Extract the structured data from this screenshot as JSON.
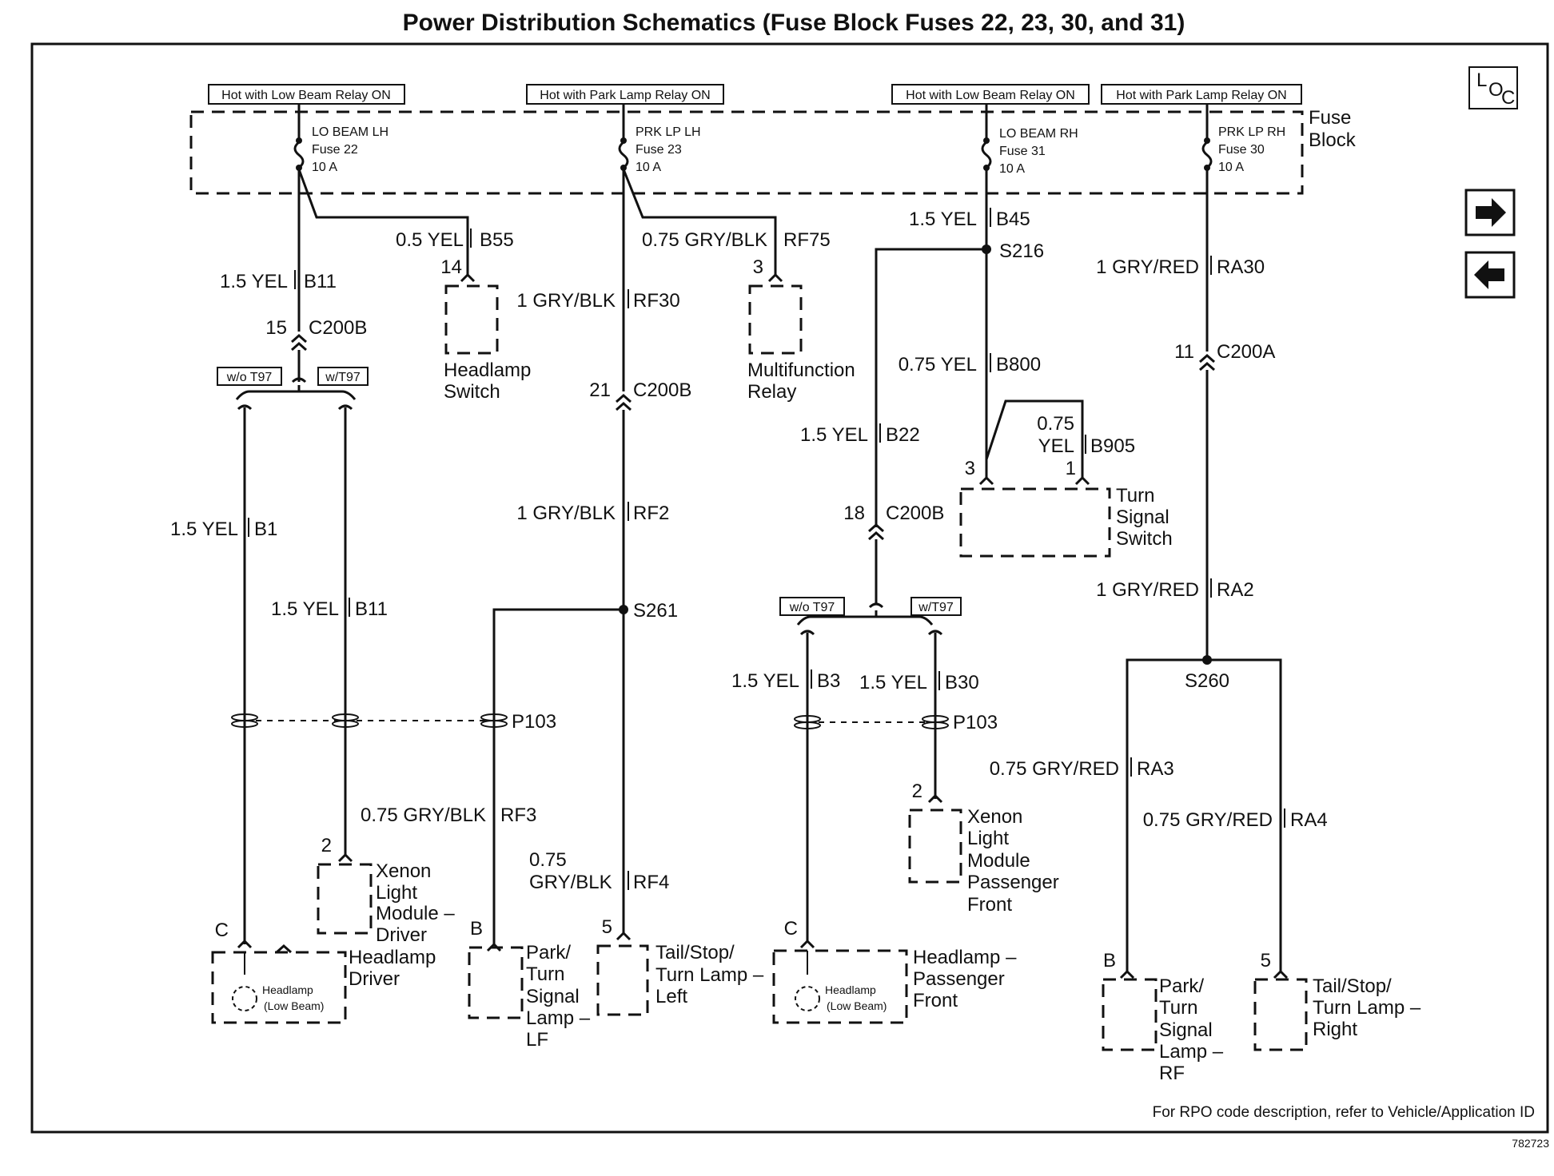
{
  "title": "Power Distribution Schematics (Fuse Block Fuses 22, 23, 30, and 31)",
  "fuse_block": {
    "label_line1": "Fuse",
    "label_line2": "Block"
  },
  "hot_labels": {
    "h1": "Hot with Low Beam Relay ON",
    "h2": "Hot with Park Lamp Relay ON",
    "h3": "Hot with Low Beam Relay ON",
    "h4": "Hot with Park Lamp Relay ON"
  },
  "fuses": {
    "f22": {
      "name": "LO BEAM LH",
      "fuse": "Fuse 22",
      "rating": "10 A"
    },
    "f23": {
      "name": "PRK LP LH",
      "fuse": "Fuse 23",
      "rating": "10 A"
    },
    "f31": {
      "name": "LO BEAM RH",
      "fuse": "Fuse 31",
      "rating": "10 A"
    },
    "f30": {
      "name": "PRK LP RH",
      "fuse": "Fuse 30",
      "rating": "10 A"
    }
  },
  "wires": {
    "b11_top": {
      "gauge": "1.5 YEL",
      "circuit": "B11"
    },
    "b55": {
      "gauge": "0.5 YEL",
      "circuit": "B55"
    },
    "rf30": {
      "gauge": "1 GRY/BLK",
      "circuit": "RF30"
    },
    "rf75": {
      "gauge": "0.75 GRY/BLK",
      "circuit": "RF75"
    },
    "b45": {
      "gauge": "1.5 YEL",
      "circuit": "B45"
    },
    "ra30": {
      "gauge": "1 GRY/RED",
      "circuit": "RA30"
    },
    "b800": {
      "gauge": "0.75 YEL",
      "circuit": "B800"
    },
    "b905_l1": "0.75",
    "b905_l2": "YEL",
    "b905_circuit": "B905",
    "b22": {
      "gauge": "1.5 YEL",
      "circuit": "B22"
    },
    "b1": {
      "gauge": "1.5 YEL",
      "circuit": "B1"
    },
    "b11_low": {
      "gauge": "1.5 YEL",
      "circuit": "B11"
    },
    "rf2": {
      "gauge": "1 GRY/BLK",
      "circuit": "RF2"
    },
    "ra2": {
      "gauge": "1 GRY/RED",
      "circuit": "RA2"
    },
    "b3": {
      "gauge": "1.5 YEL",
      "circuit": "B3"
    },
    "b30": {
      "gauge": "1.5 YEL",
      "circuit": "B30"
    },
    "ra3": {
      "gauge": "0.75 GRY/RED",
      "circuit": "RA3"
    },
    "rf3": {
      "gauge": "0.75 GRY/BLK",
      "circuit": "RF3"
    },
    "ra4": {
      "gauge": "0.75 GRY/RED",
      "circuit": "RA4"
    },
    "rf4_l1": "0.75",
    "rf4_l2": "GRY/BLK",
    "rf4_circuit": "RF4"
  },
  "connectors": {
    "c1_pin": "15",
    "c1_name": "C200B",
    "c2_pin": "21",
    "c2_name": "C200B",
    "c3_pin": "18",
    "c3_name": "C200B",
    "c4_pin": "11",
    "c4_name": "C200A",
    "p103_left": "P103",
    "p103_right": "P103"
  },
  "splices": {
    "s216": "S216",
    "s261": "S261",
    "s260": "S260"
  },
  "options": {
    "wo_left": "w/o T97",
    "w_left": "w/T97",
    "wo_right": "w/o T97",
    "w_right": "w/T97"
  },
  "pins": {
    "hs": "14",
    "mr": "3",
    "ts3": "3",
    "ts1": "1",
    "xd": "2",
    "xp": "2",
    "hd": "C",
    "lf": "B",
    "tl": "5",
    "hp": "C",
    "rf": "B",
    "tr": "5"
  },
  "components": {
    "headlamp_switch": [
      "Headlamp",
      "Switch"
    ],
    "multifunction_relay": [
      "Multifunction",
      "Relay"
    ],
    "turn_signal_switch": [
      "Turn",
      "Signal",
      "Switch"
    ],
    "xenon_driver": [
      "Xenon",
      "Light",
      "Module –",
      "Driver"
    ],
    "xenon_passenger": [
      "Xenon",
      "Light",
      "Module",
      "Passenger",
      "Front"
    ],
    "headlamp_driver": [
      "Headlamp",
      "Driver"
    ],
    "headlamp_passenger": [
      "Headlamp –",
      "Passenger",
      "Front"
    ],
    "park_lf": [
      "Park/",
      "Turn",
      "Signal",
      "Lamp –",
      "LF"
    ],
    "tail_left": [
      "Tail/Stop/",
      "Turn Lamp –",
      "Left"
    ],
    "park_rf": [
      "Park/",
      "Turn",
      "Signal",
      "Lamp –",
      "RF"
    ],
    "tail_right": [
      "Tail/Stop/",
      "Turn Lamp –",
      "Right"
    ],
    "lamp_inner_1": "Headlamp",
    "lamp_inner_2": "(Low Beam)"
  },
  "nav": {
    "loc_l": "L",
    "loc_o": "O",
    "loc_c": "C",
    "next_icon": "right-arrow-icon",
    "prev_icon": "left-arrow-icon"
  },
  "footer": {
    "note": "For RPO code description, refer to Vehicle/Application ID",
    "figure_id": "782723"
  }
}
